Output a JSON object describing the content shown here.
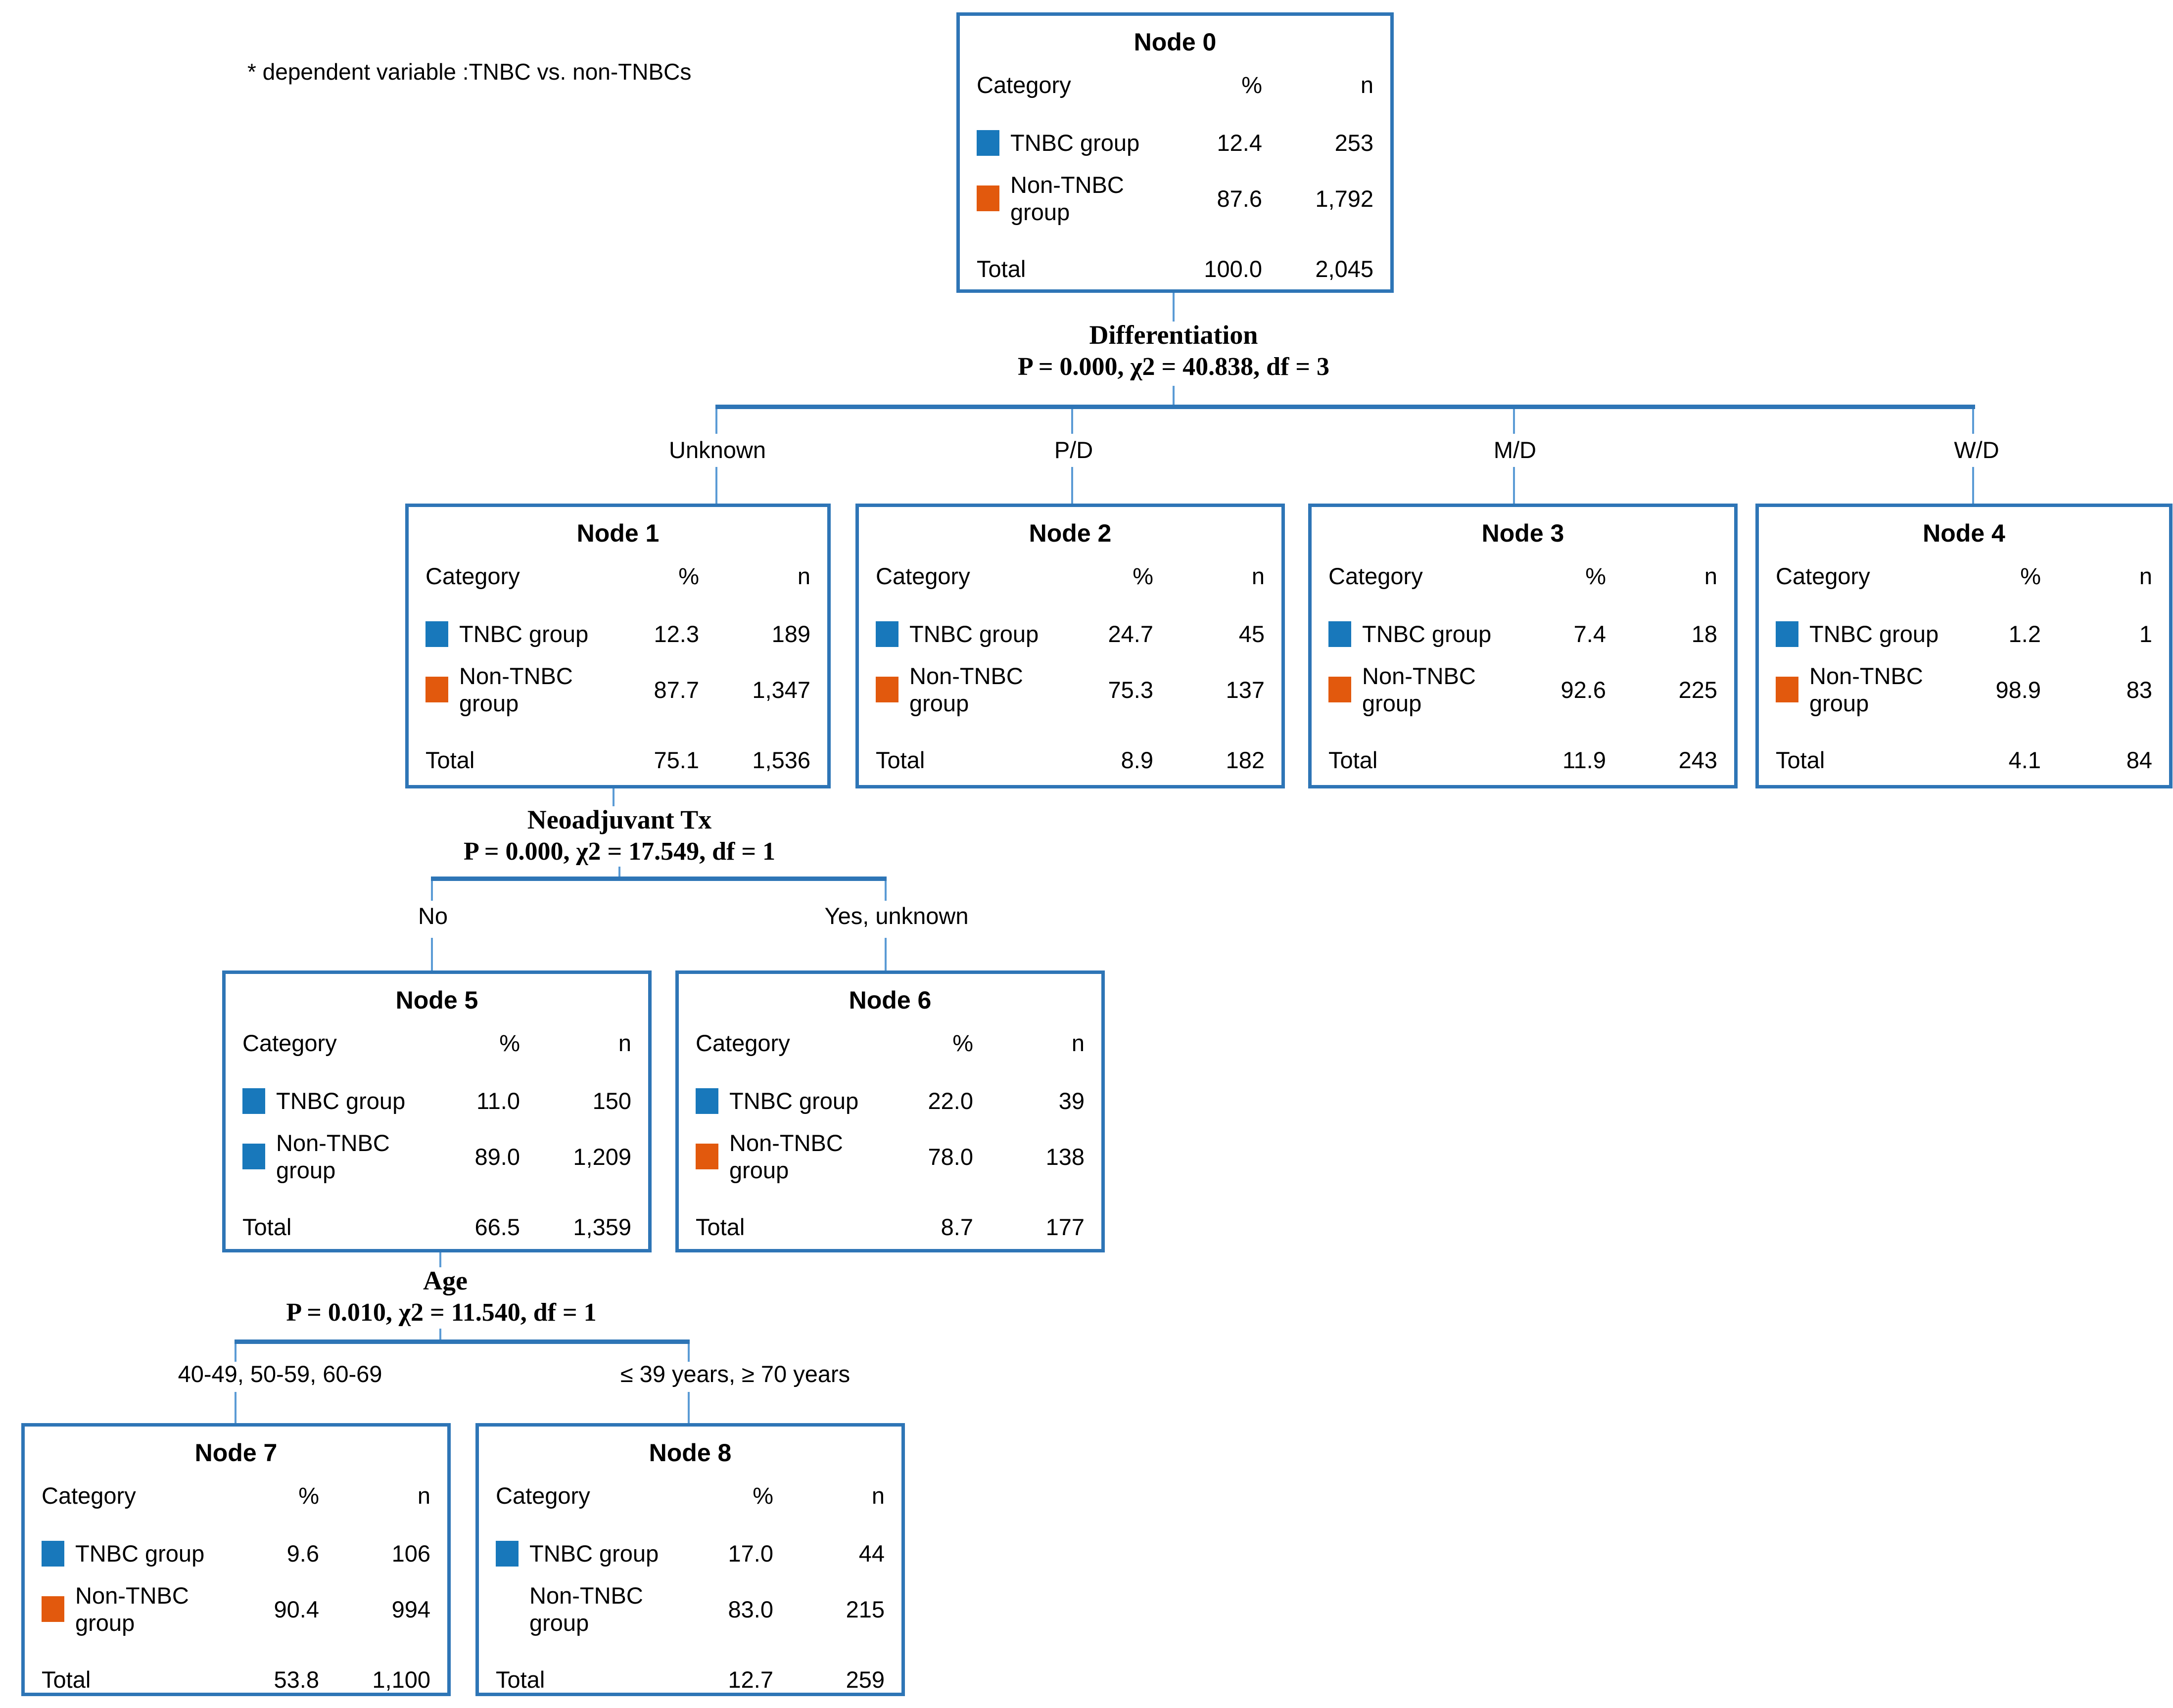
{
  "note": "* dependent variable :TNBC  vs.  non-TNBCs",
  "colors": {
    "box_border_blue": "#2e75b6",
    "connector_blue": "#5b9bd5",
    "tnbc_swatch_blue": "#1878bb",
    "non_tnbc_swatch_orange": "#e2590d"
  },
  "header": {
    "category": "Category",
    "pct": "%",
    "n": "n"
  },
  "splits": [
    {
      "variable": "Differentiation",
      "stats": "P = 0.000, χ2 = 40.838, df = 3",
      "branches": [
        "Unknown",
        "P/D",
        "M/D",
        "W/D"
      ]
    },
    {
      "variable": "Neoadjuvant Tx",
      "stats": "P = 0.000, χ2 = 17.549, df = 1",
      "branches": [
        "No",
        "Yes, unknown"
      ]
    },
    {
      "variable": "Age",
      "stats": "P = 0.010, χ2 = 11.540, df = 1",
      "branches": [
        "40-49, 50-59, 60-69",
        "≤ 39 years,  ≥ 70 years"
      ]
    }
  ],
  "nodes": [
    {
      "title": "Node 0",
      "rows": [
        {
          "label": "TNBC group",
          "swatch": "blue",
          "pct": "12.4",
          "n": "253"
        },
        {
          "label": "Non-TNBC group",
          "swatch": "orange",
          "pct": "87.6",
          "n": "1,792"
        }
      ],
      "total": {
        "label": "Total",
        "pct": "100.0",
        "n": "2,045"
      }
    },
    {
      "title": "Node 1",
      "rows": [
        {
          "label": "TNBC group",
          "swatch": "blue",
          "pct": "12.3",
          "n": "189"
        },
        {
          "label": "Non-TNBC group",
          "swatch": "orange",
          "pct": "87.7",
          "n": "1,347"
        }
      ],
      "total": {
        "label": "Total",
        "pct": "75.1",
        "n": "1,536"
      }
    },
    {
      "title": "Node 2",
      "rows": [
        {
          "label": "TNBC group",
          "swatch": "blue",
          "pct": "24.7",
          "n": "45"
        },
        {
          "label": "Non-TNBC group",
          "swatch": "orange",
          "pct": "75.3",
          "n": "137"
        }
      ],
      "total": {
        "label": "Total",
        "pct": "8.9",
        "n": "182"
      }
    },
    {
      "title": "Node 3",
      "rows": [
        {
          "label": "TNBC group",
          "swatch": "blue",
          "pct": "7.4",
          "n": "18"
        },
        {
          "label": "Non-TNBC group",
          "swatch": "orange",
          "pct": "92.6",
          "n": "225"
        }
      ],
      "total": {
        "label": "Total",
        "pct": "11.9",
        "n": "243"
      }
    },
    {
      "title": "Node 4",
      "rows": [
        {
          "label": "TNBC group",
          "swatch": "blue",
          "pct": "1.2",
          "n": "1"
        },
        {
          "label": "Non-TNBC group",
          "swatch": "orange",
          "pct": "98.9",
          "n": "83"
        }
      ],
      "total": {
        "label": "Total",
        "pct": "4.1",
        "n": "84"
      }
    },
    {
      "title": "Node 5",
      "rows": [
        {
          "label": "TNBC group",
          "swatch": "blue",
          "pct": "11.0",
          "n": "150"
        },
        {
          "label": "Non-TNBC group",
          "swatch": "blue",
          "pct": "89.0",
          "n": "1,209"
        }
      ],
      "total": {
        "label": "Total",
        "pct": "66.5",
        "n": "1,359"
      }
    },
    {
      "title": "Node 6",
      "rows": [
        {
          "label": "TNBC group",
          "swatch": "blue",
          "pct": "22.0",
          "n": "39"
        },
        {
          "label": "Non-TNBC group",
          "swatch": "orange",
          "pct": "78.0",
          "n": "138"
        }
      ],
      "total": {
        "label": "Total",
        "pct": "8.7",
        "n": "177"
      }
    },
    {
      "title": "Node 7",
      "rows": [
        {
          "label": "TNBC group",
          "swatch": "blue",
          "pct": "9.6",
          "n": "106"
        },
        {
          "label": "Non-TNBC group",
          "swatch": "orange",
          "pct": "90.4",
          "n": "994"
        }
      ],
      "total": {
        "label": "Total",
        "pct": "53.8",
        "n": "1,100"
      }
    },
    {
      "title": "Node 8",
      "rows": [
        {
          "label": "TNBC group",
          "swatch": "blue",
          "pct": "17.0",
          "n": "44"
        },
        {
          "label": "Non-TNBC group",
          "swatch": "none",
          "pct": "83.0",
          "n": "215"
        }
      ],
      "total": {
        "label": "Total",
        "pct": "12.7",
        "n": "259"
      }
    }
  ]
}
